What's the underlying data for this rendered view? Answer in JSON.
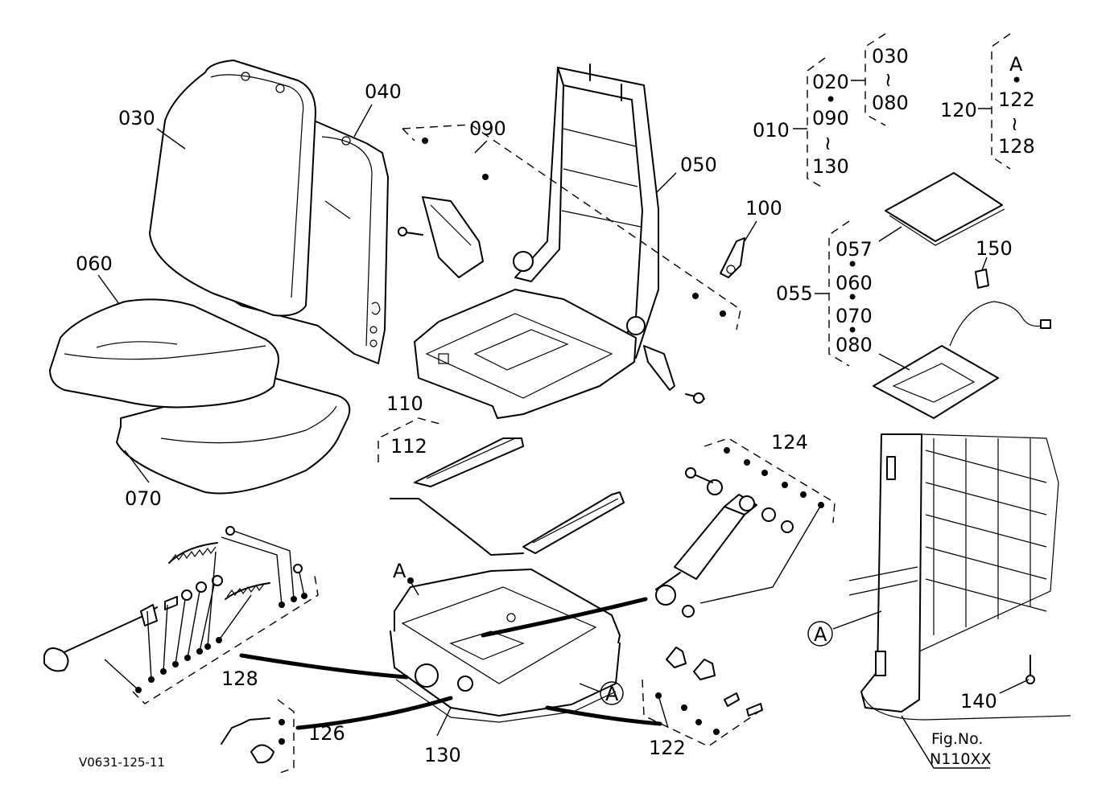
{
  "labels": {
    "p030": "030",
    "p040": "040",
    "p050": "050",
    "p060": "060",
    "p070": "070",
    "p090": "090",
    "p100": "100",
    "p110": "110",
    "p112": "112",
    "p124": "124",
    "p128": "128",
    "p126": "126",
    "p130": "130",
    "p122": "122",
    "p140": "140",
    "p150": "150",
    "pA": "A",
    "circleA1": "A",
    "circleA2": "A"
  },
  "legend010": {
    "head": "010",
    "items": [
      "020",
      "090",
      "130"
    ],
    "sub_head": "030",
    "sub_end": "080"
  },
  "legend120": {
    "head": "120",
    "items": [
      "A",
      "122",
      "128"
    ]
  },
  "legend055": {
    "head": "055",
    "items": [
      "057",
      "060",
      "070",
      "080"
    ]
  },
  "symbols": {
    "dot": "•",
    "range": "≀"
  },
  "drawing_code": "V0631-125-11",
  "fig_no": {
    "label": "Fig.No.",
    "value": "N110XX"
  }
}
